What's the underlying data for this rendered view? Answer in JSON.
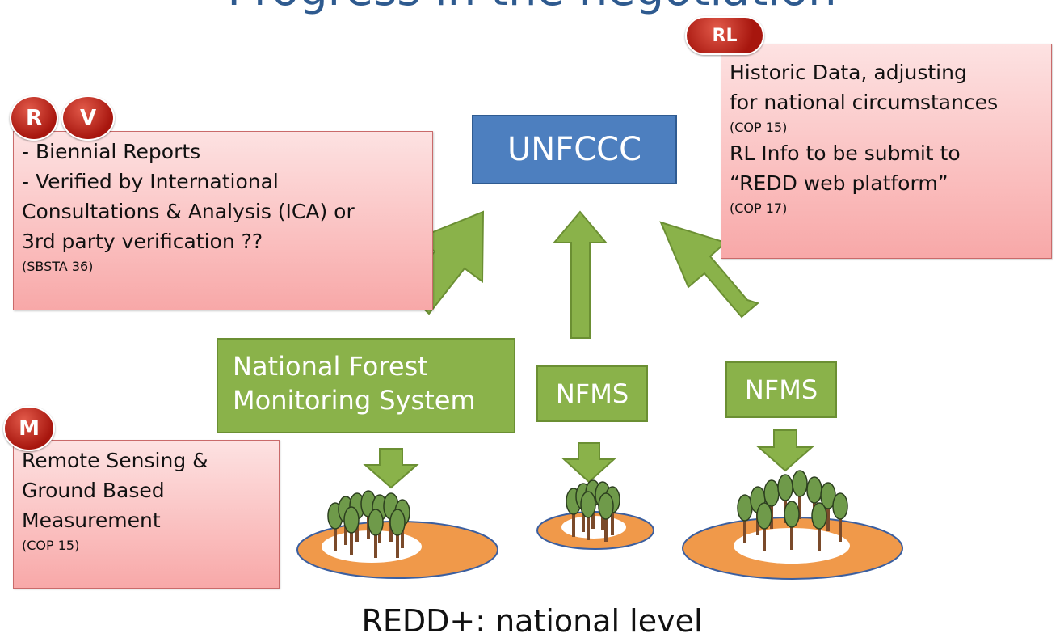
{
  "title": "Progress in the negotiation",
  "badges": {
    "r": "R",
    "v": "V",
    "rl": "RL",
    "m": "M"
  },
  "rv_box": {
    "lines": [
      "- Biennial Reports",
      "- Verified by International",
      "Consultations & Analysis (ICA) or",
      "3rd party verification ??"
    ],
    "ref": "(SBSTA 36)"
  },
  "rl_box": {
    "lines1": [
      "Historic Data, adjusting",
      "for national circumstances"
    ],
    "ref1": "(COP 15)",
    "lines2": [
      "RL Info to be submit to",
      "“REDD web platform”"
    ],
    "ref2": "(COP 17)"
  },
  "m_box": {
    "lines": [
      "Remote Sensing  &",
      "Ground Based",
      "Measurement"
    ],
    "ref": "(COP 15)"
  },
  "unfccc_label": "UNFCCC",
  "nfms_main": [
    "National Forest",
    "Monitoring System"
  ],
  "nfms_small_1": "NFMS",
  "nfms_small_2": "NFMS",
  "footer": "REDD+: national level",
  "colors": {
    "title": "#2e5a8f",
    "unfccc": "#4d7fbf",
    "green": "#8ab24a",
    "pink": "#f8a8a8",
    "badge": "#b3241a",
    "island": "#f0994a"
  }
}
